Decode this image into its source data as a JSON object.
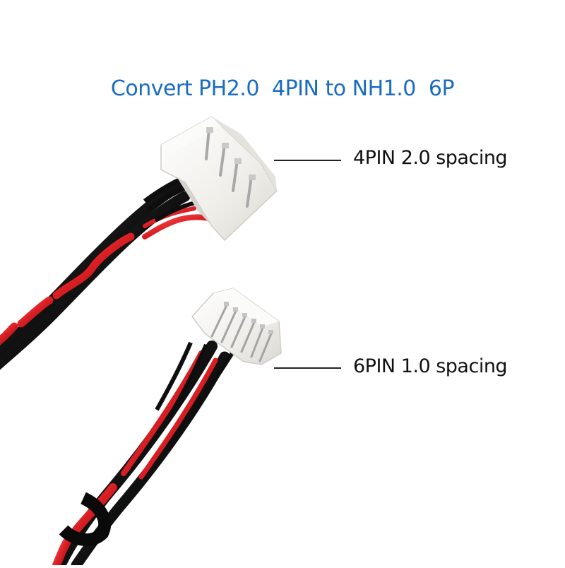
{
  "title": "Convert PH2.0  4PIN to NH1.0  6P",
  "callouts": {
    "top": "4PIN 2.0 spacing",
    "bottom": "6PIN 1.0 spacing"
  },
  "colors": {
    "title": "#1a6cc0",
    "wire_red": "#e0262a",
    "wire_black": "#111111",
    "connector": "#f2f1ec",
    "pin": "#b9b9b9"
  }
}
